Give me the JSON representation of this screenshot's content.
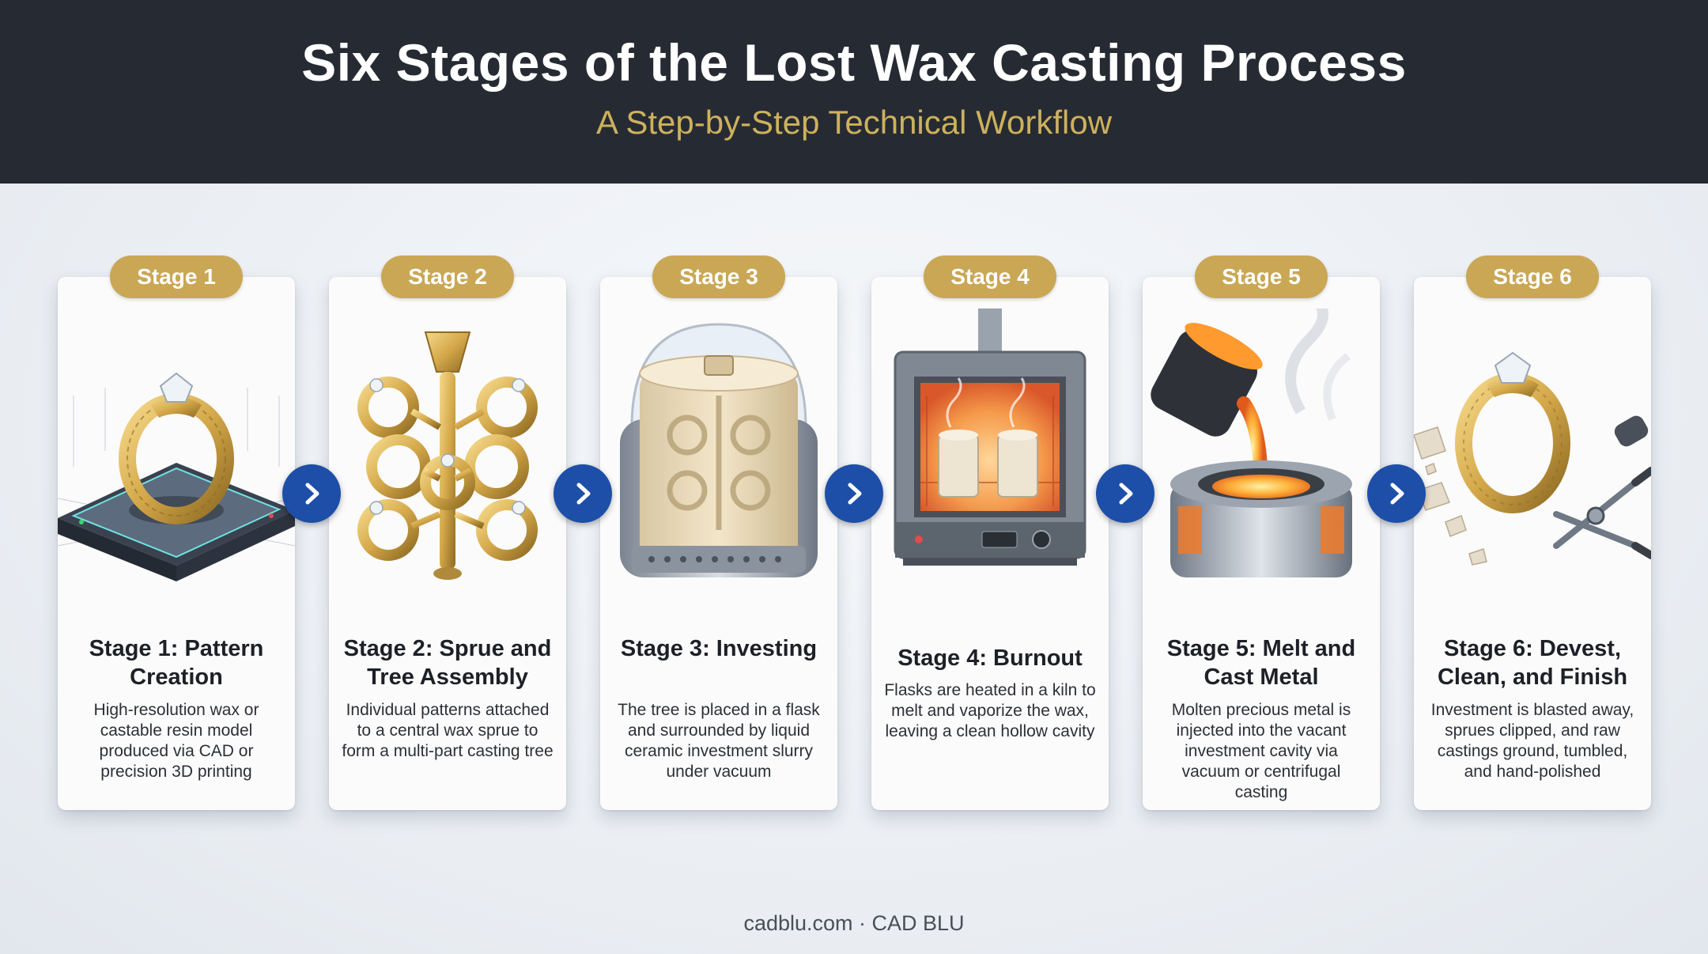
{
  "header": {
    "title": "Six Stages of the Lost Wax Casting Process",
    "subtitle": "A Step-by-Step Technical Workflow"
  },
  "stages": [
    {
      "badge": "Stage 1",
      "title": "Stage 1: Pattern Creation",
      "description": "High-resolution wax or castable resin model produced via CAD or precision 3D printing",
      "icon": "ring-on-3d-printer-icon"
    },
    {
      "badge": "Stage 2",
      "title": "Stage 2: Sprue and Tree Assembly",
      "description": "Individual patterns attached to a central wax sprue to form a multi-part casting tree",
      "icon": "casting-tree-icon"
    },
    {
      "badge": "Stage 3",
      "title": "Stage 3: Investing",
      "description": "The tree is placed in a flask and surrounded by liquid ceramic investment slurry under vacuum",
      "icon": "investment-flask-icon"
    },
    {
      "badge": "Stage 4",
      "title": "Stage 4: Burnout",
      "description": "Flasks are heated in a kiln to melt and vaporize the wax, leaving a clean hollow cavity",
      "icon": "kiln-icon"
    },
    {
      "badge": "Stage 5",
      "title": "Stage 5: Melt and Cast Metal",
      "description": "Molten precious metal is injected into the vacant investment cavity via vacuum or centrifugal casting",
      "icon": "crucible-pour-icon"
    },
    {
      "badge": "Stage 6",
      "title": "Stage 6: Devest, Clean, and Finish",
      "description": "Investment is blasted away, sprues clipped, and raw castings ground, tumbled, and hand-polished",
      "icon": "finished-ring-icon"
    }
  ],
  "footer": "cadblu.com · CAD BLU",
  "colors": {
    "header_bg": "#262b33",
    "subtitle": "#cdb15c",
    "badge": "#c9a755",
    "arrow": "#1d4fa8",
    "card_bg": "#fbfbfc",
    "gold": "#d4a84a"
  }
}
